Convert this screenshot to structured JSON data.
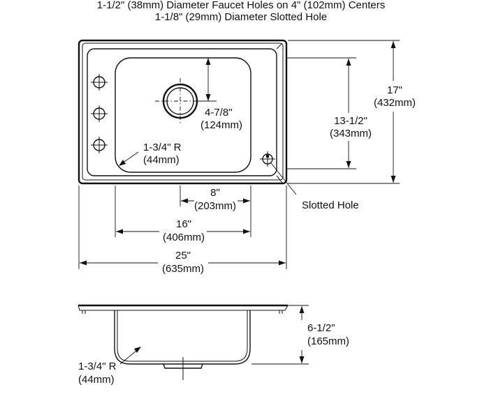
{
  "header": {
    "line1": "1-1/2\" (38mm) Diameter Faucet Holes on 4\" (102mm) Centers",
    "line2": "1-1/8\" (29mm) Diameter Slotted Hole"
  },
  "dimensions": {
    "drain_offset": {
      "imperial": "4-7/8\"",
      "metric": "(124mm)"
    },
    "corner_radius_top": {
      "imperial": "1-3/4\" R",
      "metric": "(44mm)"
    },
    "bowl_front_back": {
      "imperial": "13-1/2\"",
      "metric": "(343mm)"
    },
    "overall_front_back": {
      "imperial": "17\"",
      "metric": "(432mm)"
    },
    "drain_half_width": {
      "imperial": "8\"",
      "metric": "(203mm)"
    },
    "bowl_width": {
      "imperial": "16\"",
      "metric": "(406mm)"
    },
    "overall_width": {
      "imperial": "25\"",
      "metric": "(635mm)"
    },
    "bowl_depth": {
      "imperial": "6-1/2\"",
      "metric": "(165mm)"
    },
    "corner_radius_side": {
      "imperial": "1-3/4\" R",
      "metric": "(44mm)"
    }
  },
  "callouts": {
    "slotted_hole": "Slotted Hole"
  }
}
